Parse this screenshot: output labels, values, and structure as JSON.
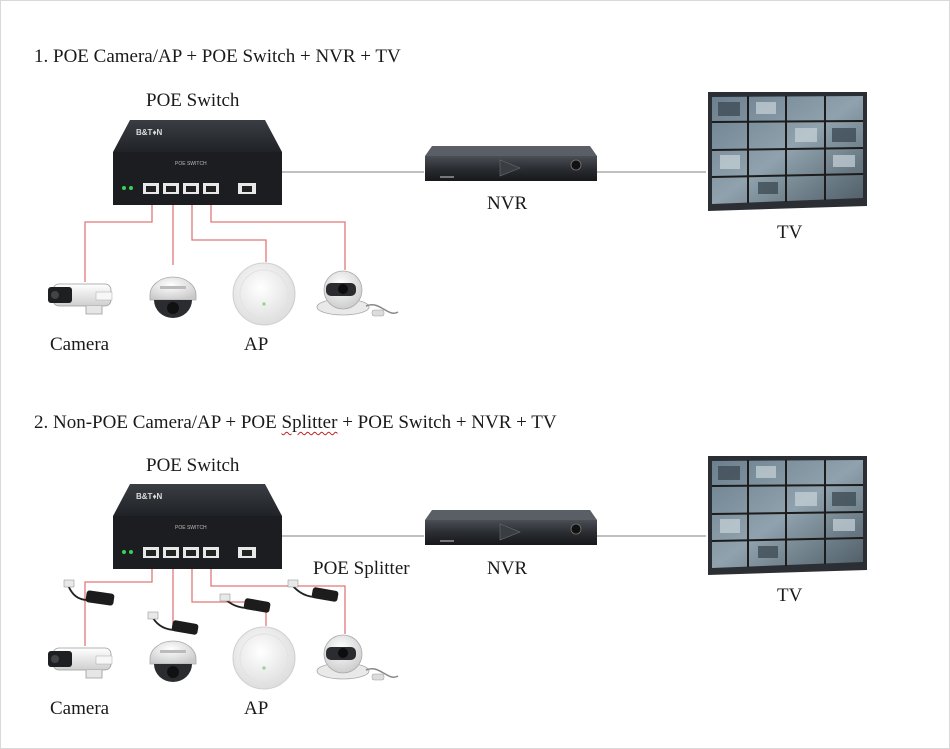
{
  "sections": [
    {
      "heading": "1.  POE Camera/AP + POE Switch + NVR + TV",
      "switch_label": "POE Switch",
      "nvr_label": "NVR",
      "tv_label": "TV",
      "camera_label": "Camera",
      "ap_label": "AP",
      "brand_label": "B&T♦N",
      "switch_model": "POE SWITCH"
    },
    {
      "heading_prefix": "2. Non-POE Camera/AP + POE ",
      "heading_squiggle": "Splitter",
      "heading_suffix": " + POE Switch + NVR + TV",
      "switch_label": "POE Switch",
      "splitter_label": "POE Splitter",
      "nvr_label": "NVR",
      "tv_label": "TV",
      "camera_label": "Camera",
      "ap_label": "AP",
      "brand_label": "B&T♦N",
      "switch_model": "POE SWITCH"
    }
  ],
  "colors": {
    "poe_line": "#e07878",
    "data_line": "#9a9a9a",
    "device_dark": "#2b2e33",
    "device_light": "#f2f2f2"
  }
}
